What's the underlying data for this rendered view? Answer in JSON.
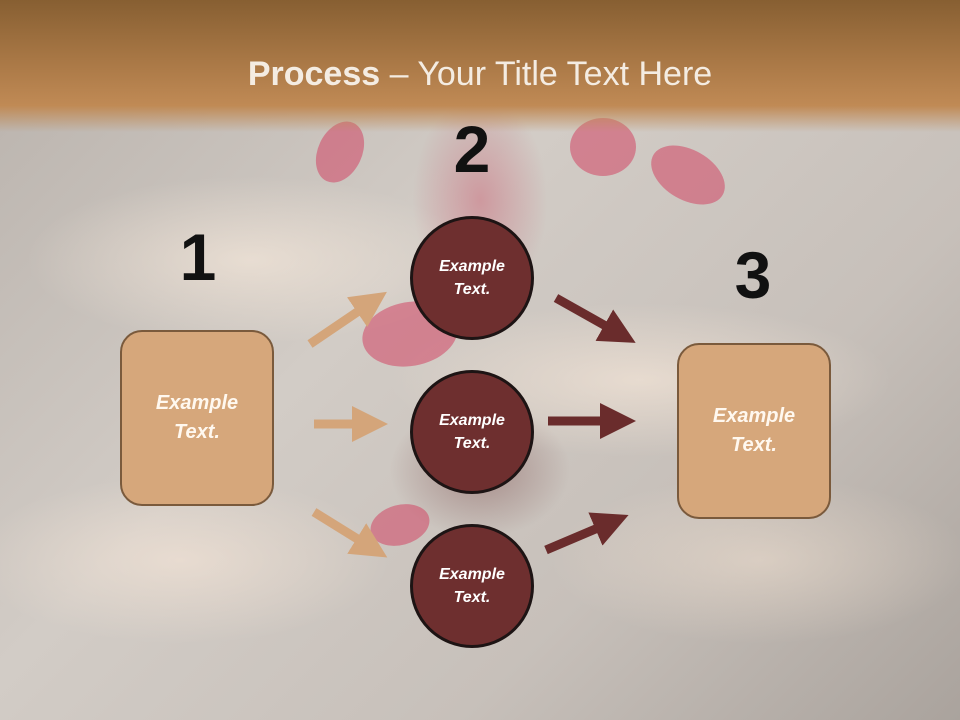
{
  "title": {
    "bold": "Process",
    "rest": " – Your Title Text Here"
  },
  "stages": [
    {
      "number": "1",
      "label": "Example\nText."
    },
    {
      "number": "2"
    },
    {
      "number": "3",
      "label": "Example\nText."
    }
  ],
  "circles": [
    {
      "label": "Example\nText."
    },
    {
      "label": "Example\nText."
    },
    {
      "label": "Example\nText."
    }
  ],
  "colors": {
    "header": "#a87745",
    "box_fill": "#d6a77b",
    "circle_fill": "#6e2f2f",
    "arrow_light": "#d4a57a",
    "arrow_dark": "#6a2c2c"
  }
}
